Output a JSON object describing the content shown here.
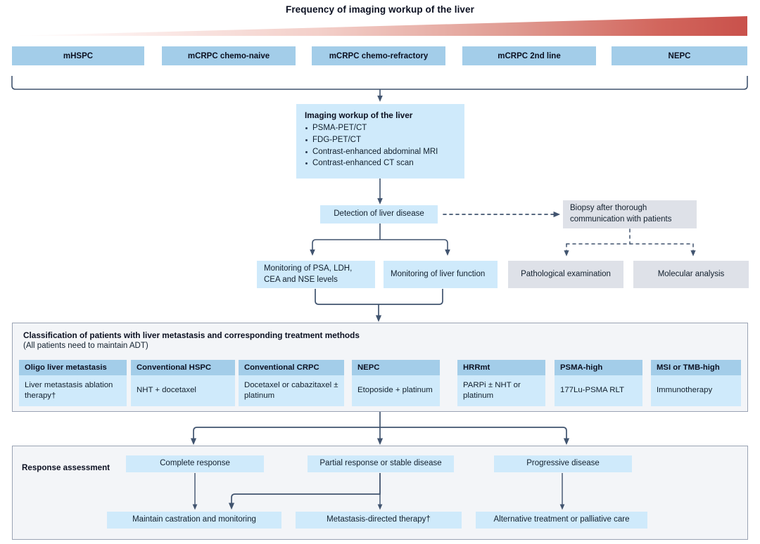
{
  "figure": {
    "title": "Frequency of imaging workup of the liver",
    "gradient": {
      "from": "#ffffff",
      "to": "#c9514b",
      "meaning": "increasing frequency left to right"
    }
  },
  "colors": {
    "stage_box": "#a3cde9",
    "light_blue_box": "#cfeafb",
    "gray_box": "#dee1e8",
    "panel_bg": "#f3f5f8",
    "panel_border": "#9aa3b4",
    "connector": "#41546f",
    "text": "#12202e"
  },
  "stages": [
    {
      "label": "mHSPC"
    },
    {
      "label": "mCRPC chemo-naive"
    },
    {
      "label": "mCRPC chemo-refractory"
    },
    {
      "label": "mCRPC 2nd line"
    },
    {
      "label": "NEPC"
    }
  ],
  "workup": {
    "title": "Imaging workup of the liver",
    "items": [
      "PSMA-PET/CT",
      "FDG-PET/CT",
      "Contrast-enhanced abdominal MRI",
      "Contrast-enhanced CT scan"
    ]
  },
  "detection": {
    "label": "Detection of liver disease"
  },
  "biopsy": {
    "label": "Biopsy after thorough communication with patients"
  },
  "monitoring": {
    "labs": "Monitoring of PSA, LDH, CEA and NSE levels",
    "liver_function": "Monitoring of liver function"
  },
  "biopsy_outputs": [
    {
      "label": "Pathological examination"
    },
    {
      "label": "Molecular analysis"
    }
  ],
  "classification": {
    "title": "Classification of patients with liver metastasis  and corresponding treatment methods",
    "subtitle": "(All patients need to maintain ADT)",
    "columns": [
      {
        "header": "Oligo liver metastasis",
        "treatment": "Liver metastasis ablation therapy†"
      },
      {
        "header": "Conventional HSPC",
        "treatment": "NHT + docetaxel"
      },
      {
        "header": "Conventional CRPC",
        "treatment": "Docetaxel or cabazitaxel ± platinum"
      },
      {
        "header": "NEPC",
        "treatment": "Etoposide + platinum"
      },
      {
        "header": "HRRmt",
        "treatment": "PARPi ± NHT or platinum"
      },
      {
        "header": "PSMA-high",
        "treatment": "177Lu-PSMA RLT"
      },
      {
        "header": "MSI or TMB-high",
        "treatment": "Immunotherapy"
      }
    ]
  },
  "response": {
    "label": "Response assessment",
    "outcomes": [
      {
        "label": "Complete response"
      },
      {
        "label": "Partial response or stable disease"
      },
      {
        "label": "Progressive disease"
      }
    ],
    "actions": [
      {
        "label": "Maintain castration and monitoring"
      },
      {
        "label": "Metastasis-directed therapy†"
      },
      {
        "label": "Alternative treatment or palliative care"
      }
    ]
  }
}
